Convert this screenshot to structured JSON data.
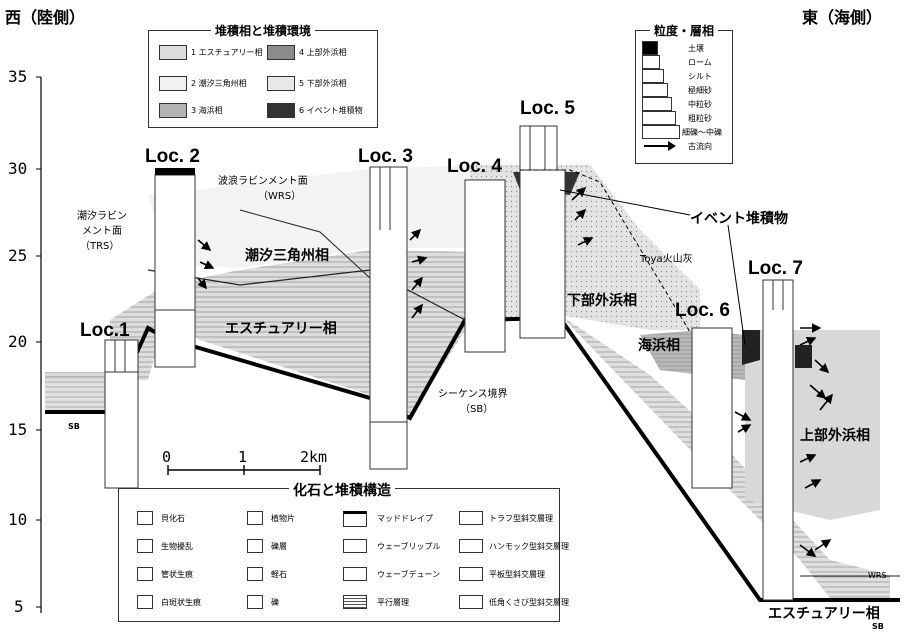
{
  "header": {
    "west": "西（陸側）",
    "east": "東（海側）"
  },
  "y_axis": {
    "ticks": [
      "35",
      "30",
      "25",
      "20",
      "15",
      "10",
      "5"
    ]
  },
  "locations": {
    "loc1": "Loc.1",
    "loc2": "Loc. 2",
    "loc3": "Loc. 3",
    "loc4": "Loc. 4",
    "loc5": "Loc. 5",
    "loc6": "Loc. 6",
    "loc7": "Loc. 7"
  },
  "labels": {
    "trs": [
      "潮汐ラビン",
      "メント面",
      "（TRS）"
    ],
    "wrs": [
      "波浪ラビンメント面",
      "（WRS）"
    ],
    "tidal_delta": "潮汐三角州相",
    "estuary_upper": "エスチュアリー相",
    "sequence_boundary": [
      "シーケンス境界",
      "（SB）"
    ],
    "event_deposit": "イベント堆積物",
    "toya": "Toya火山灰",
    "lower_shoreface": "下部外浜相",
    "beach": "海浜相",
    "upper_shoreface": "上部外浜相",
    "estuary_lower": "エスチュアリー相",
    "sb_left": "SB",
    "sb_right": "SB",
    "wrs_right": "WRS"
  },
  "scale_bar": {
    "ticks": [
      "0",
      "1",
      "2km"
    ]
  },
  "facies_legend": {
    "title": "堆積相と堆積環境",
    "items": [
      {
        "label": "1 エスチュアリー相",
        "color": "#dcdcdc"
      },
      {
        "label": "4 上部外浜相",
        "color": "#8c8c8c"
      },
      {
        "label": "2 潮汐三角州相",
        "color": "#f2f2f2"
      },
      {
        "label": "5 下部外浜相",
        "color": "#e8e8e8"
      },
      {
        "label": "3 海浜相",
        "color": "#b4b4b4"
      },
      {
        "label": "6 イベント堆積物",
        "color": "#333333"
      }
    ]
  },
  "grain_legend": {
    "title": "粒度・層相",
    "items": [
      "土壌",
      "ローム",
      "シルト",
      "極細砂",
      "中粒砂",
      "粗粒砂",
      "細礫〜中礫",
      "古流向"
    ]
  },
  "fossil_legend": {
    "title": "化石と堆積構造",
    "items": [
      [
        "貝化石",
        "植物片",
        "マッドドレイプ",
        "トラフ型斜交層理"
      ],
      [
        "生物擾乱",
        "礫層",
        "ウェーブリップル",
        "ハンモック型斜交層理"
      ],
      [
        "管状生痕",
        "軽石",
        "ウェーブデューン",
        "平板型斜交層理"
      ],
      [
        "白斑状生痕",
        "礫",
        "平行層理",
        "低角くさび型斜交層理"
      ]
    ]
  }
}
